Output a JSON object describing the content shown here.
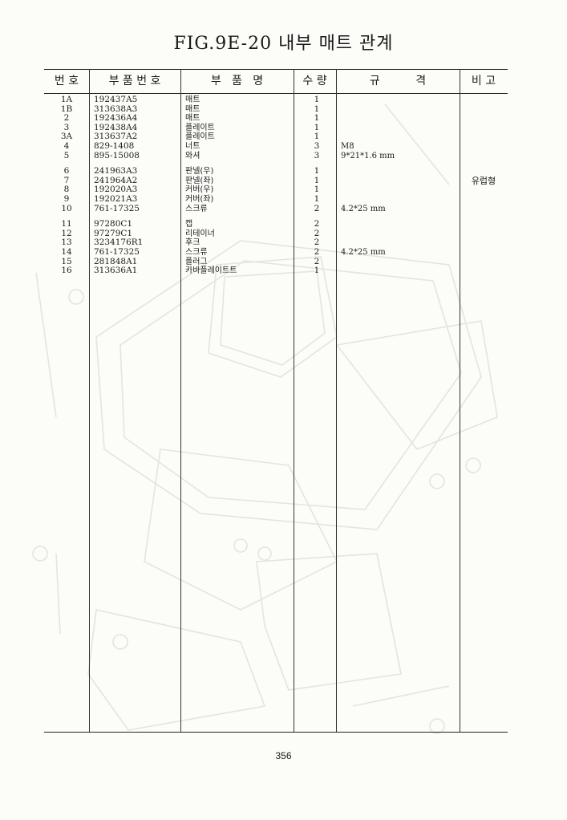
{
  "title": "FIG.9E-20 내부 매트 관계",
  "headers": {
    "no": "번 호",
    "part_no": "부 품 번 호",
    "part_name": "부   품   명",
    "qty": "수 량",
    "spec": "규          격",
    "note": "비 고"
  },
  "rows": [
    {
      "no": "1A",
      "part_no": "192437A5",
      "name": "매트",
      "qty": "1",
      "spec": "",
      "note": ""
    },
    {
      "no": "1B",
      "part_no": "313638A3",
      "name": "매트",
      "qty": "1",
      "spec": "",
      "note": ""
    },
    {
      "no": "2",
      "part_no": "192436A4",
      "name": "매트",
      "qty": "1",
      "spec": "",
      "note": ""
    },
    {
      "no": "3",
      "part_no": "192438A4",
      "name": "플레이트",
      "qty": "1",
      "spec": "",
      "note": ""
    },
    {
      "no": "3A",
      "part_no": "313637A2",
      "name": "플레이트",
      "qty": "1",
      "spec": "",
      "note": ""
    },
    {
      "no": "4",
      "part_no": "829-1408",
      "name": "너트",
      "qty": "3",
      "spec": "M8",
      "note": ""
    },
    {
      "no": "5",
      "part_no": "895-15008",
      "name": "와셔",
      "qty": "3",
      "spec": "9*21*1.6 mm",
      "note": ""
    },
    {
      "gap": true
    },
    {
      "no": "6",
      "part_no": "241963A3",
      "name": "판넬(우)",
      "qty": "1",
      "spec": "",
      "note": ""
    },
    {
      "no": "7",
      "part_no": "241964A2",
      "name": "판넬(좌)",
      "qty": "1",
      "spec": "",
      "note": "유럽형"
    },
    {
      "no": "8",
      "part_no": "192020A3",
      "name": "커버(우)",
      "qty": "1",
      "spec": "",
      "note": ""
    },
    {
      "no": "9",
      "part_no": "192021A3",
      "name": "커버(좌)",
      "qty": "1",
      "spec": "",
      "note": ""
    },
    {
      "no": "10",
      "part_no": "761-17325",
      "name": "스크류",
      "qty": "2",
      "spec": "4.2*25 mm",
      "note": ""
    },
    {
      "gap": true
    },
    {
      "no": "11",
      "part_no": "97280C1",
      "name": "캡",
      "qty": "2",
      "spec": "",
      "note": ""
    },
    {
      "no": "12",
      "part_no": "97279C1",
      "name": "리테이너",
      "qty": "2",
      "spec": "",
      "note": ""
    },
    {
      "no": "13",
      "part_no": "3234176R1",
      "name": "후크",
      "qty": "2",
      "spec": "",
      "note": ""
    },
    {
      "no": "14",
      "part_no": "761-17325",
      "name": "스크류",
      "qty": "2",
      "spec": "4.2*25 mm",
      "note": ""
    },
    {
      "no": "15",
      "part_no": "281848A1",
      "name": "플러그",
      "qty": "2",
      "spec": "",
      "note": ""
    },
    {
      "no": "16",
      "part_no": "313636A1",
      "name": "카바플레이트트",
      "qty": "1",
      "spec": "",
      "note": ""
    }
  ],
  "page_number": "356"
}
